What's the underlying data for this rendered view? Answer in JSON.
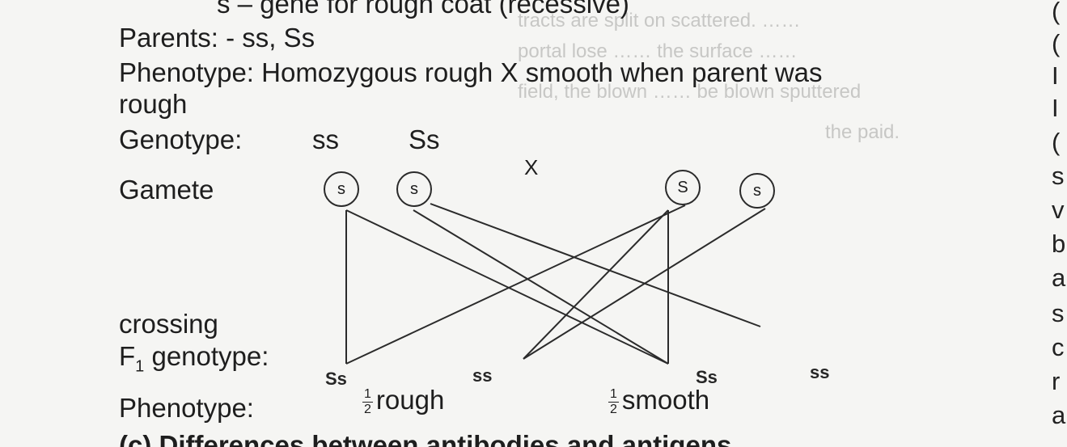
{
  "header": {
    "line_top": "s – gene for rough coat (recessive)",
    "parents": "Parents: - ss, Ss",
    "phenotype_line1": "Phenotype: Homozygous rough X smooth when parent was",
    "phenotype_line2": "rough"
  },
  "genotype_row": {
    "label": "Genotype:",
    "parent1": "ss",
    "parent2": "Ss",
    "cross_symbol": "X"
  },
  "gamete_row": {
    "label": "Gamete",
    "gametes": [
      "s",
      "s",
      "S",
      "s"
    ]
  },
  "crossing_label": "crossing",
  "f1": {
    "label_prefix": "F",
    "label_sub": "1",
    "label_suffix": " genotype:",
    "offspring": [
      "Ss",
      "ss",
      "Ss",
      "ss"
    ]
  },
  "phenotype_row": {
    "label": "Phenotype:",
    "rough_num": "1",
    "rough_den": "2",
    "rough_text": "rough",
    "smooth_num": "1",
    "smooth_den": "2",
    "smooth_text": "smooth"
  },
  "footer_partial": "(c) Differences between antibodies and antigens",
  "right_margin_letters": [
    "(",
    "(",
    "I",
    "I",
    "(",
    "s",
    "v",
    "b",
    "a",
    "s",
    "c",
    "r",
    "a"
  ]
}
